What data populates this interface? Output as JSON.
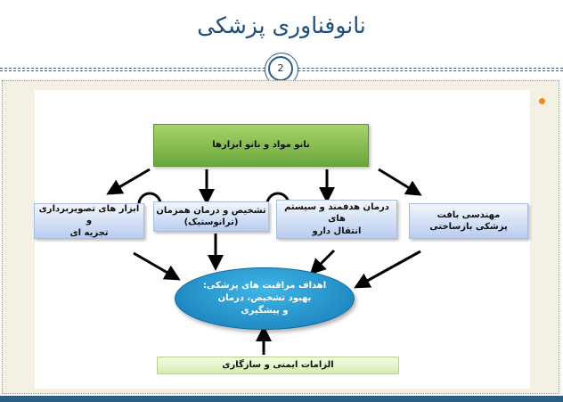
{
  "slide": {
    "title": "نانوفناوری پزشکی",
    "page_number": "2"
  },
  "diagram": {
    "top": "نانو مواد و نانو ابزارها",
    "imaging": [
      "ابزار های تصویربرداری و",
      "تجزیه ای"
    ],
    "diagnosis": [
      "تشخیص و درمان همزمان",
      "(ترانوستیک)"
    ],
    "drug_delivery": [
      "درمان هدفمند و سیستم های",
      "انتقال دارو"
    ],
    "tissue": [
      "مهندسی بافت",
      "پزشکی بازساختی"
    ],
    "center": [
      "اهداف مراقبت های پزشکی:",
      "بهبود تشخیص، درمان",
      "و پیشگیری"
    ],
    "bottom": "الزامات ایمنی و سازگاری"
  },
  "colors": {
    "title": "#1f4e79",
    "accent_bullet": "#f08c1a",
    "top_box": "#7cb342",
    "blue_box": "#c9d9f3",
    "ellipse": "#1e90c8",
    "bottom_box": "#e3f2c8"
  }
}
